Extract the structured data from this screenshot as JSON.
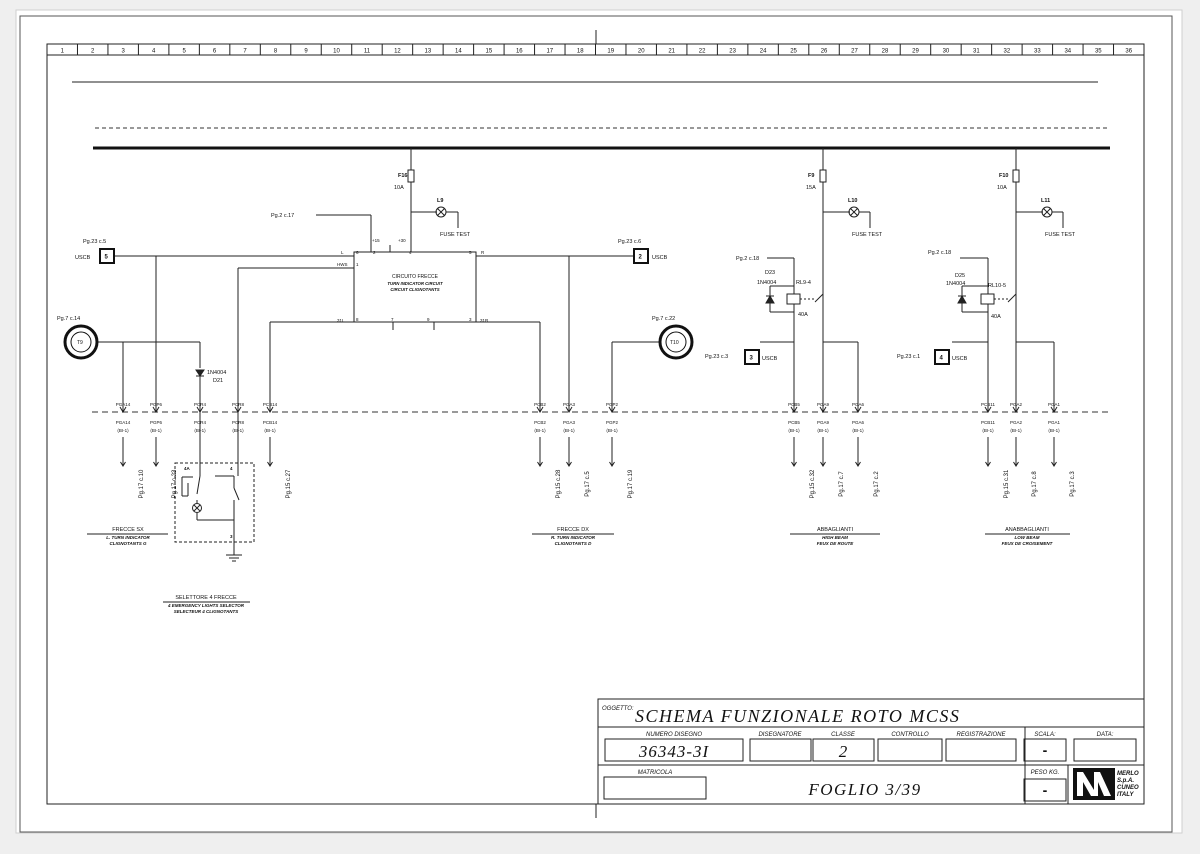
{
  "column_numbers": [
    "1",
    "2",
    "3",
    "4",
    "5",
    "6",
    "7",
    "8",
    "9",
    "10",
    "11",
    "12",
    "13",
    "14",
    "15",
    "16",
    "17",
    "18",
    "19",
    "20",
    "21",
    "22",
    "23",
    "24",
    "25",
    "26",
    "27",
    "28",
    "29",
    "30",
    "31",
    "32",
    "33",
    "34",
    "35",
    "36"
  ],
  "fuses": [
    {
      "name": "F16",
      "rating": "10A"
    },
    {
      "name": "F9",
      "rating": "15A"
    },
    {
      "name": "F10",
      "rating": "10A"
    }
  ],
  "lamps": [
    {
      "name": "L9",
      "text": "FUSE TEST"
    },
    {
      "name": "L10",
      "text": "FUSE TEST"
    },
    {
      "name": "L11",
      "text": "FUSE TEST"
    }
  ],
  "refs": {
    "pg2c17": "Pg.2 c.17",
    "pg23c5": "Pg.23 c.5",
    "pg23c6": "Pg.23 c.6",
    "pg7c14": "Pg.7 c.14",
    "pg7c22": "Pg.7 c.22",
    "pg2c18a": "Pg.2 c.18",
    "pg2c18b": "Pg.2 c.18",
    "pg23c3": "Pg.23 c.3",
    "pg23c1": "Pg.23 c.1"
  },
  "uscb": [
    {
      "num": "5",
      "label": "USCB"
    },
    {
      "num": "2",
      "label": "USCB"
    },
    {
      "num": "3",
      "label": "USCB"
    },
    {
      "num": "4",
      "label": "USCB"
    }
  ],
  "transducers": [
    "T9",
    "T10"
  ],
  "relays": [
    {
      "diode": "D23",
      "diode_type": "1N4004",
      "relay": "RL9-4",
      "rating": "40A"
    },
    {
      "diode": "D25",
      "diode_type": "1N4004",
      "relay": "RL10-5",
      "rating": "40A"
    }
  ],
  "diode_d21": {
    "type": "1N4004",
    "name": "D21"
  },
  "module": {
    "title": "CIRCUITO FRECCE",
    "sub1": "TURN INDICATOR CIRCUIT",
    "sub2": "CIRCUIT CLIGNOTANTS",
    "pins": {
      "L": "L",
      "HWS": "HWS",
      "p31L": "31L",
      "p6": "6",
      "p1": "1",
      "p15": "+15",
      "p2": "2",
      "p30": "+30",
      "p4": "4",
      "p5": "5",
      "pR": "R",
      "p8": "8",
      "p7": "7",
      "p9": "9",
      "p3": "3",
      "p31R": "31R"
    }
  },
  "connectors": [
    {
      "top": "PGA14",
      "bot": "PGA14",
      "sub": "(BI-1)",
      "ref": "Pg.17 c.10"
    },
    {
      "top": "PGP6",
      "bot": "PGP6",
      "sub": "(BI-1)",
      "ref": "Pg.17 c.23"
    },
    {
      "top": "PCR4",
      "bot": "PCR4",
      "sub": "(BI-1)"
    },
    {
      "top": "PCR8",
      "bot": "PCR8",
      "sub": "(BI-1)"
    },
    {
      "top": "PCB14",
      "bot": "PCB14",
      "sub": "(BI-1)",
      "ref": "Pg.15 c.27"
    },
    {
      "top": "PCB2",
      "bot": "PCB2",
      "sub": "(BI-1)",
      "ref": "Pg.15 c.28"
    },
    {
      "top": "PGA3",
      "bot": "PGA3",
      "sub": "(BI-1)",
      "ref": "Pg.17 c.5"
    },
    {
      "top": "PGP2",
      "bot": "PGP2",
      "sub": "(BI-1)",
      "ref": "Pg.17 c.19"
    },
    {
      "top": "PCB5",
      "bot": "PCB5",
      "sub": "(BI-1)",
      "ref": "Pg.15 c.32"
    },
    {
      "top": "PGA9",
      "bot": "PGA9",
      "sub": "(BI-1)",
      "ref": "Pg.17 c.7"
    },
    {
      "top": "PGA6",
      "bot": "PGA6",
      "sub": "(BI-1)",
      "ref": "Pg.17 c.2"
    },
    {
      "top": "PCB11",
      "bot": "PCB11",
      "sub": "(BI-1)",
      "ref": "Pg.15 c.31"
    },
    {
      "top": "PGA2",
      "bot": "PGA2",
      "sub": "(BI-1)",
      "ref": "Pg.17 c.8"
    },
    {
      "top": "PGA1",
      "bot": "PGA1",
      "sub": "(BI-1)",
      "ref": "Pg.17 c.3"
    }
  ],
  "switch_pins": {
    "a": "4A",
    "b": "4",
    "c": "3"
  },
  "groups": [
    {
      "t1": "FRECCE SX",
      "t2": "L. TURN INDICATOR",
      "t3": "CLIGNOTANTS G"
    },
    {
      "t1": "FRECCE DX",
      "t2": "R. TURN INDICATOR",
      "t3": "CLIGNOTANTS D"
    },
    {
      "t1": "ABBAGLIANTI",
      "t2": "HIGH BEAM",
      "t3": "FEUX DE ROUTE"
    },
    {
      "t1": "ANABBAGLIANTI",
      "t2": "LOW BEAM",
      "t3": "FEUX DE CROISEMENT"
    },
    {
      "t1": "SELETTORE 4 FRECCE",
      "t2": "4 EMERGENCY LIGHTS SELECTOR",
      "t3": "SELECTEUR 4 CLIGNOTANTS"
    }
  ],
  "title_block": {
    "oggetto_label": "OGGETTO:",
    "title": "SCHEMA FUNZIONALE ROTO MCSS",
    "numero_label": "NUMERO DISEGNO",
    "numero": "36343-3I",
    "disegnatore_label": "DISEGNATORE",
    "classe_label": "CLASSE",
    "classe": "2",
    "controllo_label": "CONTROLLO",
    "registrazione_label": "REGISTRAZIONE",
    "scala_label": "SCALA:",
    "scala": "-",
    "data_label": "DATA:",
    "matricola_label": "MATRICOLA",
    "foglio": "FOGLIO 3/39",
    "peso_label": "PESO KG.",
    "peso": "-",
    "company": [
      "MERLO",
      "S.p.A.",
      "CUNEO",
      "ITALY"
    ]
  }
}
